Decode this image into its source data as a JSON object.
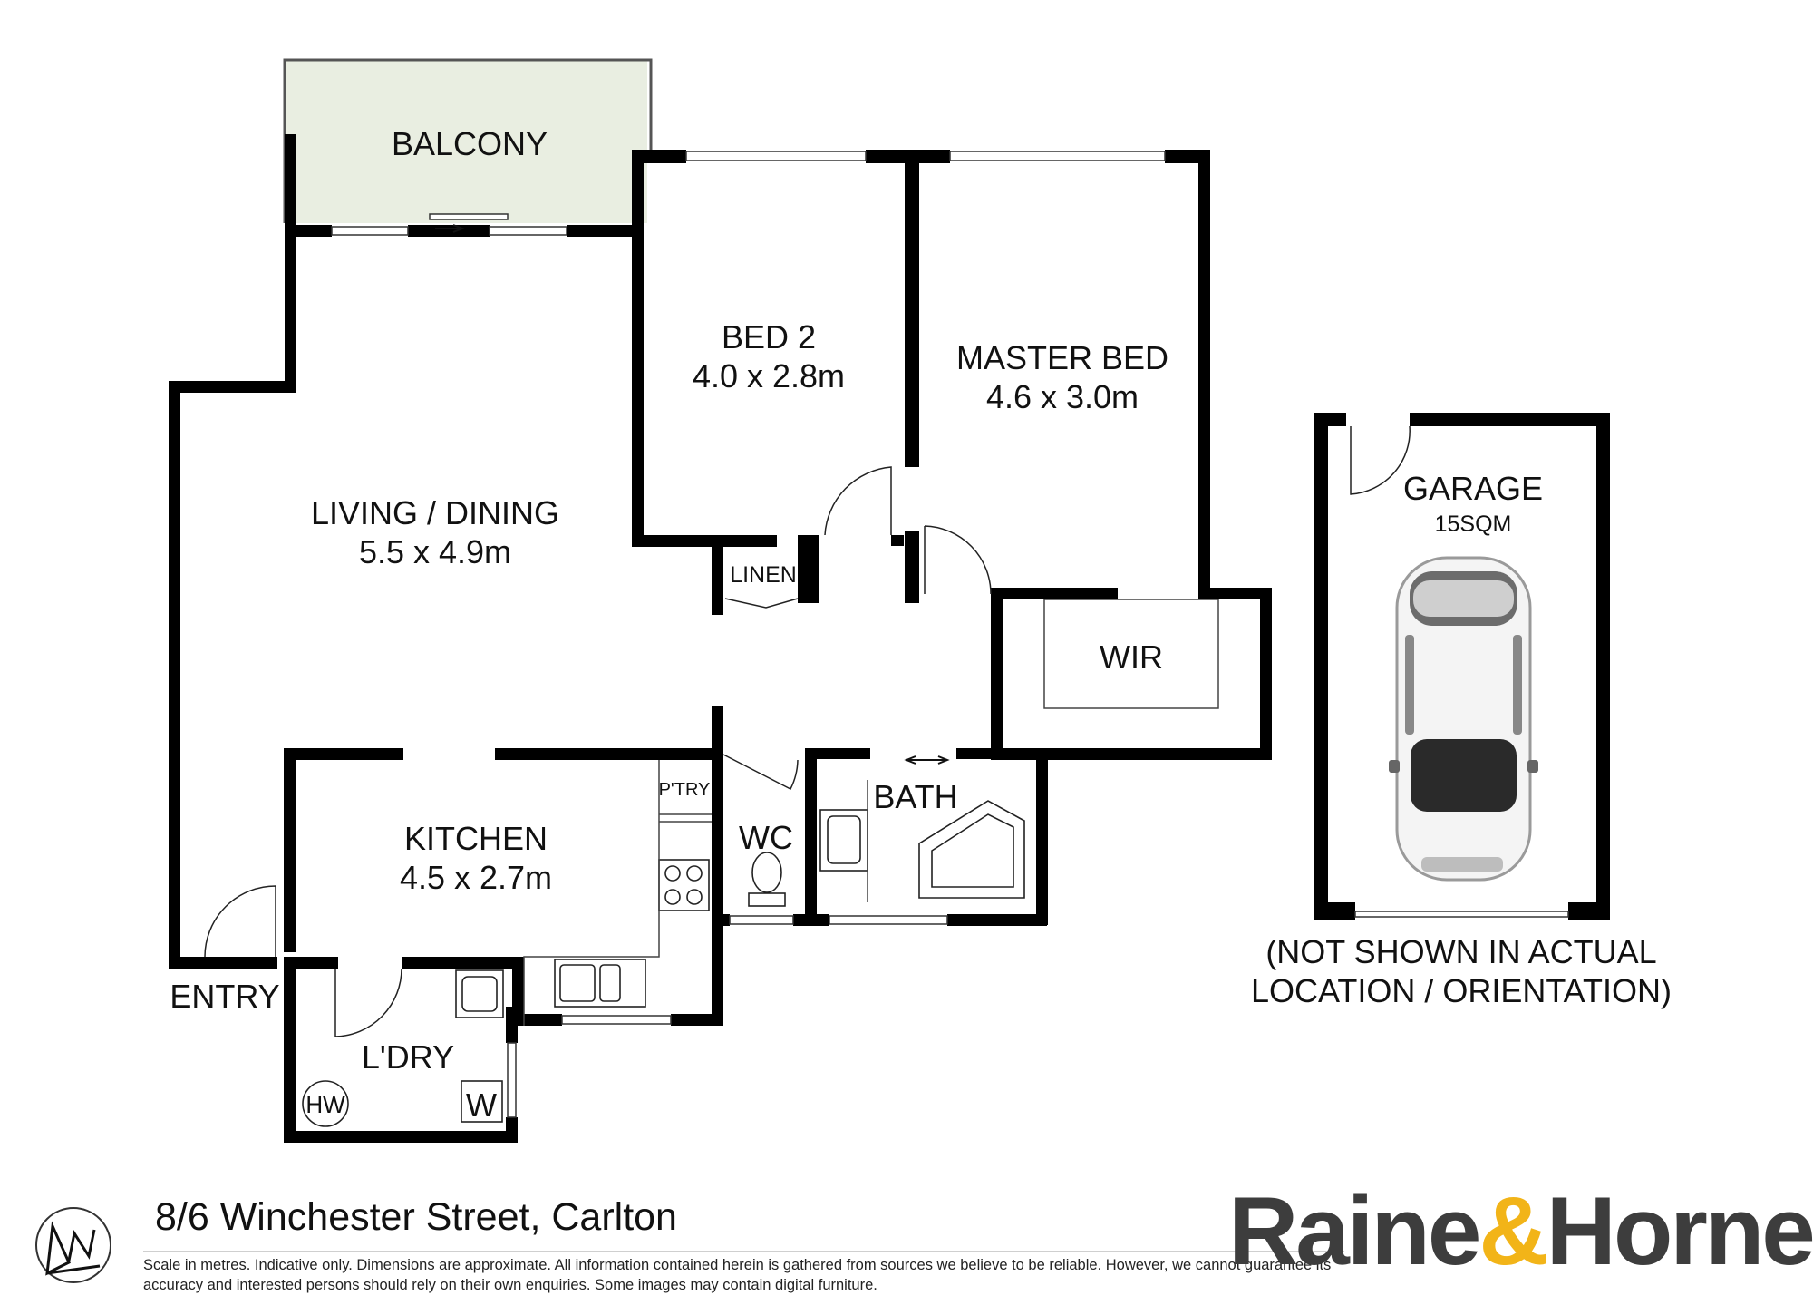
{
  "rooms": {
    "balcony": "BALCONY",
    "bed2_name": "BED 2",
    "bed2_size": "4.0 x 2.8m",
    "master_name": "MASTER BED",
    "master_size": "4.6 x 3.0m",
    "living_name": "LIVING / DINING",
    "living_size": "5.5 x 4.9m",
    "linen": "LINEN",
    "wir": "WIR",
    "kitchen_name": "KITCHEN",
    "kitchen_size": "4.5 x 2.7m",
    "pantry": "P'TRY",
    "wc": "WC",
    "bath": "BATH",
    "laundry": "L'DRY",
    "hw": "HW",
    "w": "W",
    "entry": "ENTRY",
    "garage_name": "GARAGE",
    "garage_size": "15SQM"
  },
  "garage_note": {
    "line1": "(NOT SHOWN IN ACTUAL",
    "line2": "LOCATION / ORIENTATION)"
  },
  "footer": {
    "address": "8/6 Winchester Street, Carlton",
    "disclaimer": "Scale in metres. Indicative only. Dimensions are approximate. All information contained herein is gathered from sources we believe to be reliable. However, we cannot guarantee its accuracy and interested persons should rely on their own enquiries. Some images may contain digital furniture.",
    "brand_left": "Raine",
    "brand_amp": "&",
    "brand_right": "Horne",
    "brand_mark": "®"
  },
  "colors": {
    "wall": "#000000",
    "balcony_fill": "#e9eee1",
    "brand_text": "#3d3d3d",
    "brand_amp": "#f2b418"
  }
}
